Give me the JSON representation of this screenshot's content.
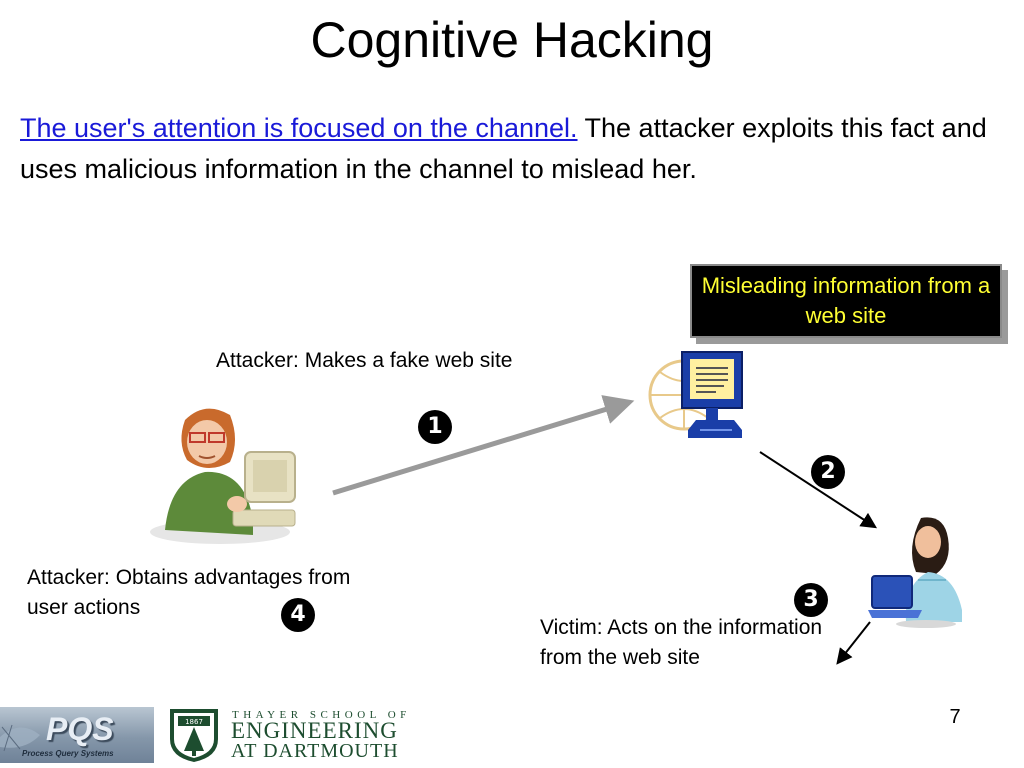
{
  "title": "Cognitive Hacking",
  "intro": {
    "link_text": "The user's attention is focused on the channel.",
    "rest_text": " The attacker exploits this fact and uses malicious information in the channel to mislead her."
  },
  "callout": {
    "text": "Misleading information from a web site"
  },
  "captions": {
    "fake_site": "Attacker: Makes a fake web site",
    "obtains": "Attacker: Obtains advantages from user actions",
    "victim": "Victim: Acts on the information from the web site"
  },
  "steps": [
    "1",
    "2",
    "3",
    "4"
  ],
  "page_number": "7",
  "footer": {
    "pqs_logo": "PQS",
    "pqs_sub": "Process Query Systems",
    "thayer_top": "THAYER SCHOOL OF",
    "thayer_mid": "ENGINEERING",
    "thayer_bot": "AT DARTMOUTH",
    "seal_year": "1867"
  },
  "colors": {
    "link": "#1a1ad8",
    "callout_bg": "#000000",
    "callout_text": "#ffff33",
    "arrow_gray": "#9a9a9a",
    "dartmouth_green": "#1d4d2f"
  }
}
